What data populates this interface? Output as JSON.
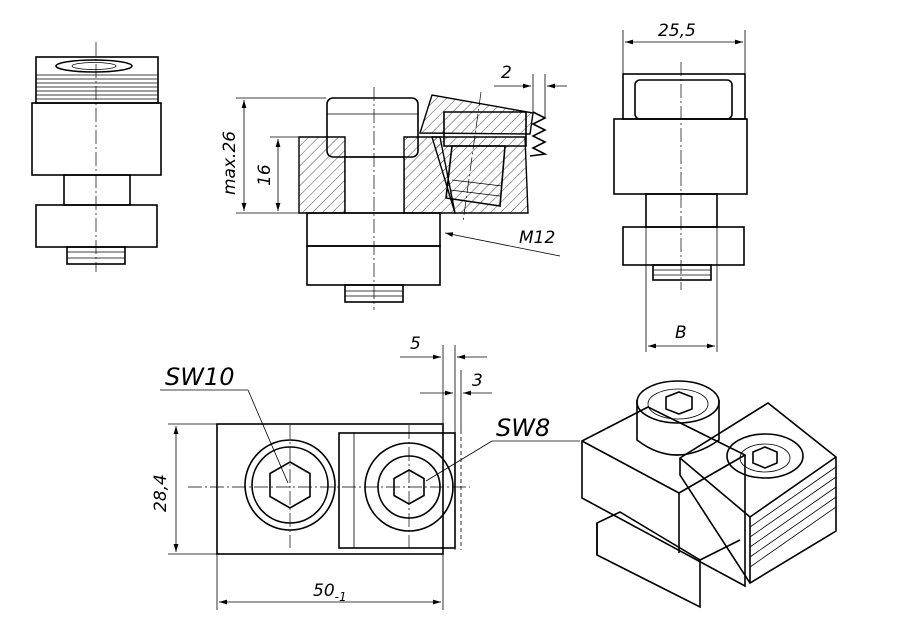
{
  "dimensions": {
    "top_width": "25,5",
    "gap_2": "2",
    "max_height": "max.26",
    "height_16": "16",
    "thread": "M12",
    "slot_b": "B",
    "offset_5": "5",
    "offset_3": "3",
    "height_28": "28,4",
    "length_50": "50",
    "length_50_tol": "-1"
  },
  "labels": {
    "wrench_large": "SW10",
    "wrench_small": "SW8"
  }
}
